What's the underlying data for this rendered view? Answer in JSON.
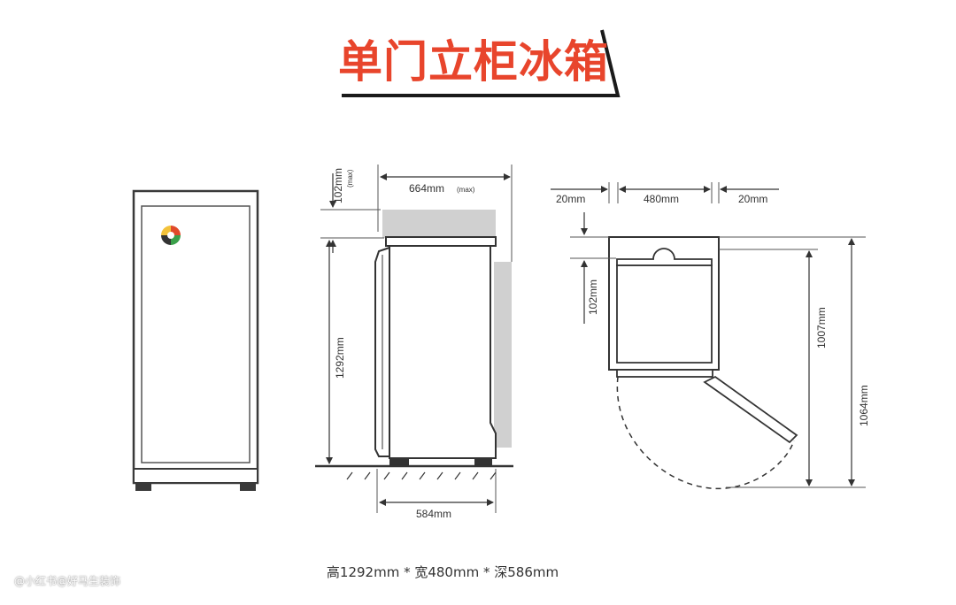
{
  "title": "单门立柜冰箱",
  "colors": {
    "title_red": "#e8452c",
    "line": "#333333",
    "shade": "#d0d0d0"
  },
  "side_view": {
    "top_clearance": "102mm",
    "top_clearance_note": "(max)",
    "width_max": "664mm",
    "width_max_note": "(max)",
    "height": "1292mm",
    "depth": "584mm"
  },
  "top_view": {
    "left_gap": "20mm",
    "width": "480mm",
    "right_gap": "20mm",
    "back_gap": "102mm",
    "depth_closed": "1007mm",
    "depth_open": "1064mm"
  },
  "caption": "高1292mm * 宽480mm * 深586mm",
  "watermark": "@小红书@好马生装饰",
  "icons": {
    "front_logo": "brand-logo-icon"
  }
}
